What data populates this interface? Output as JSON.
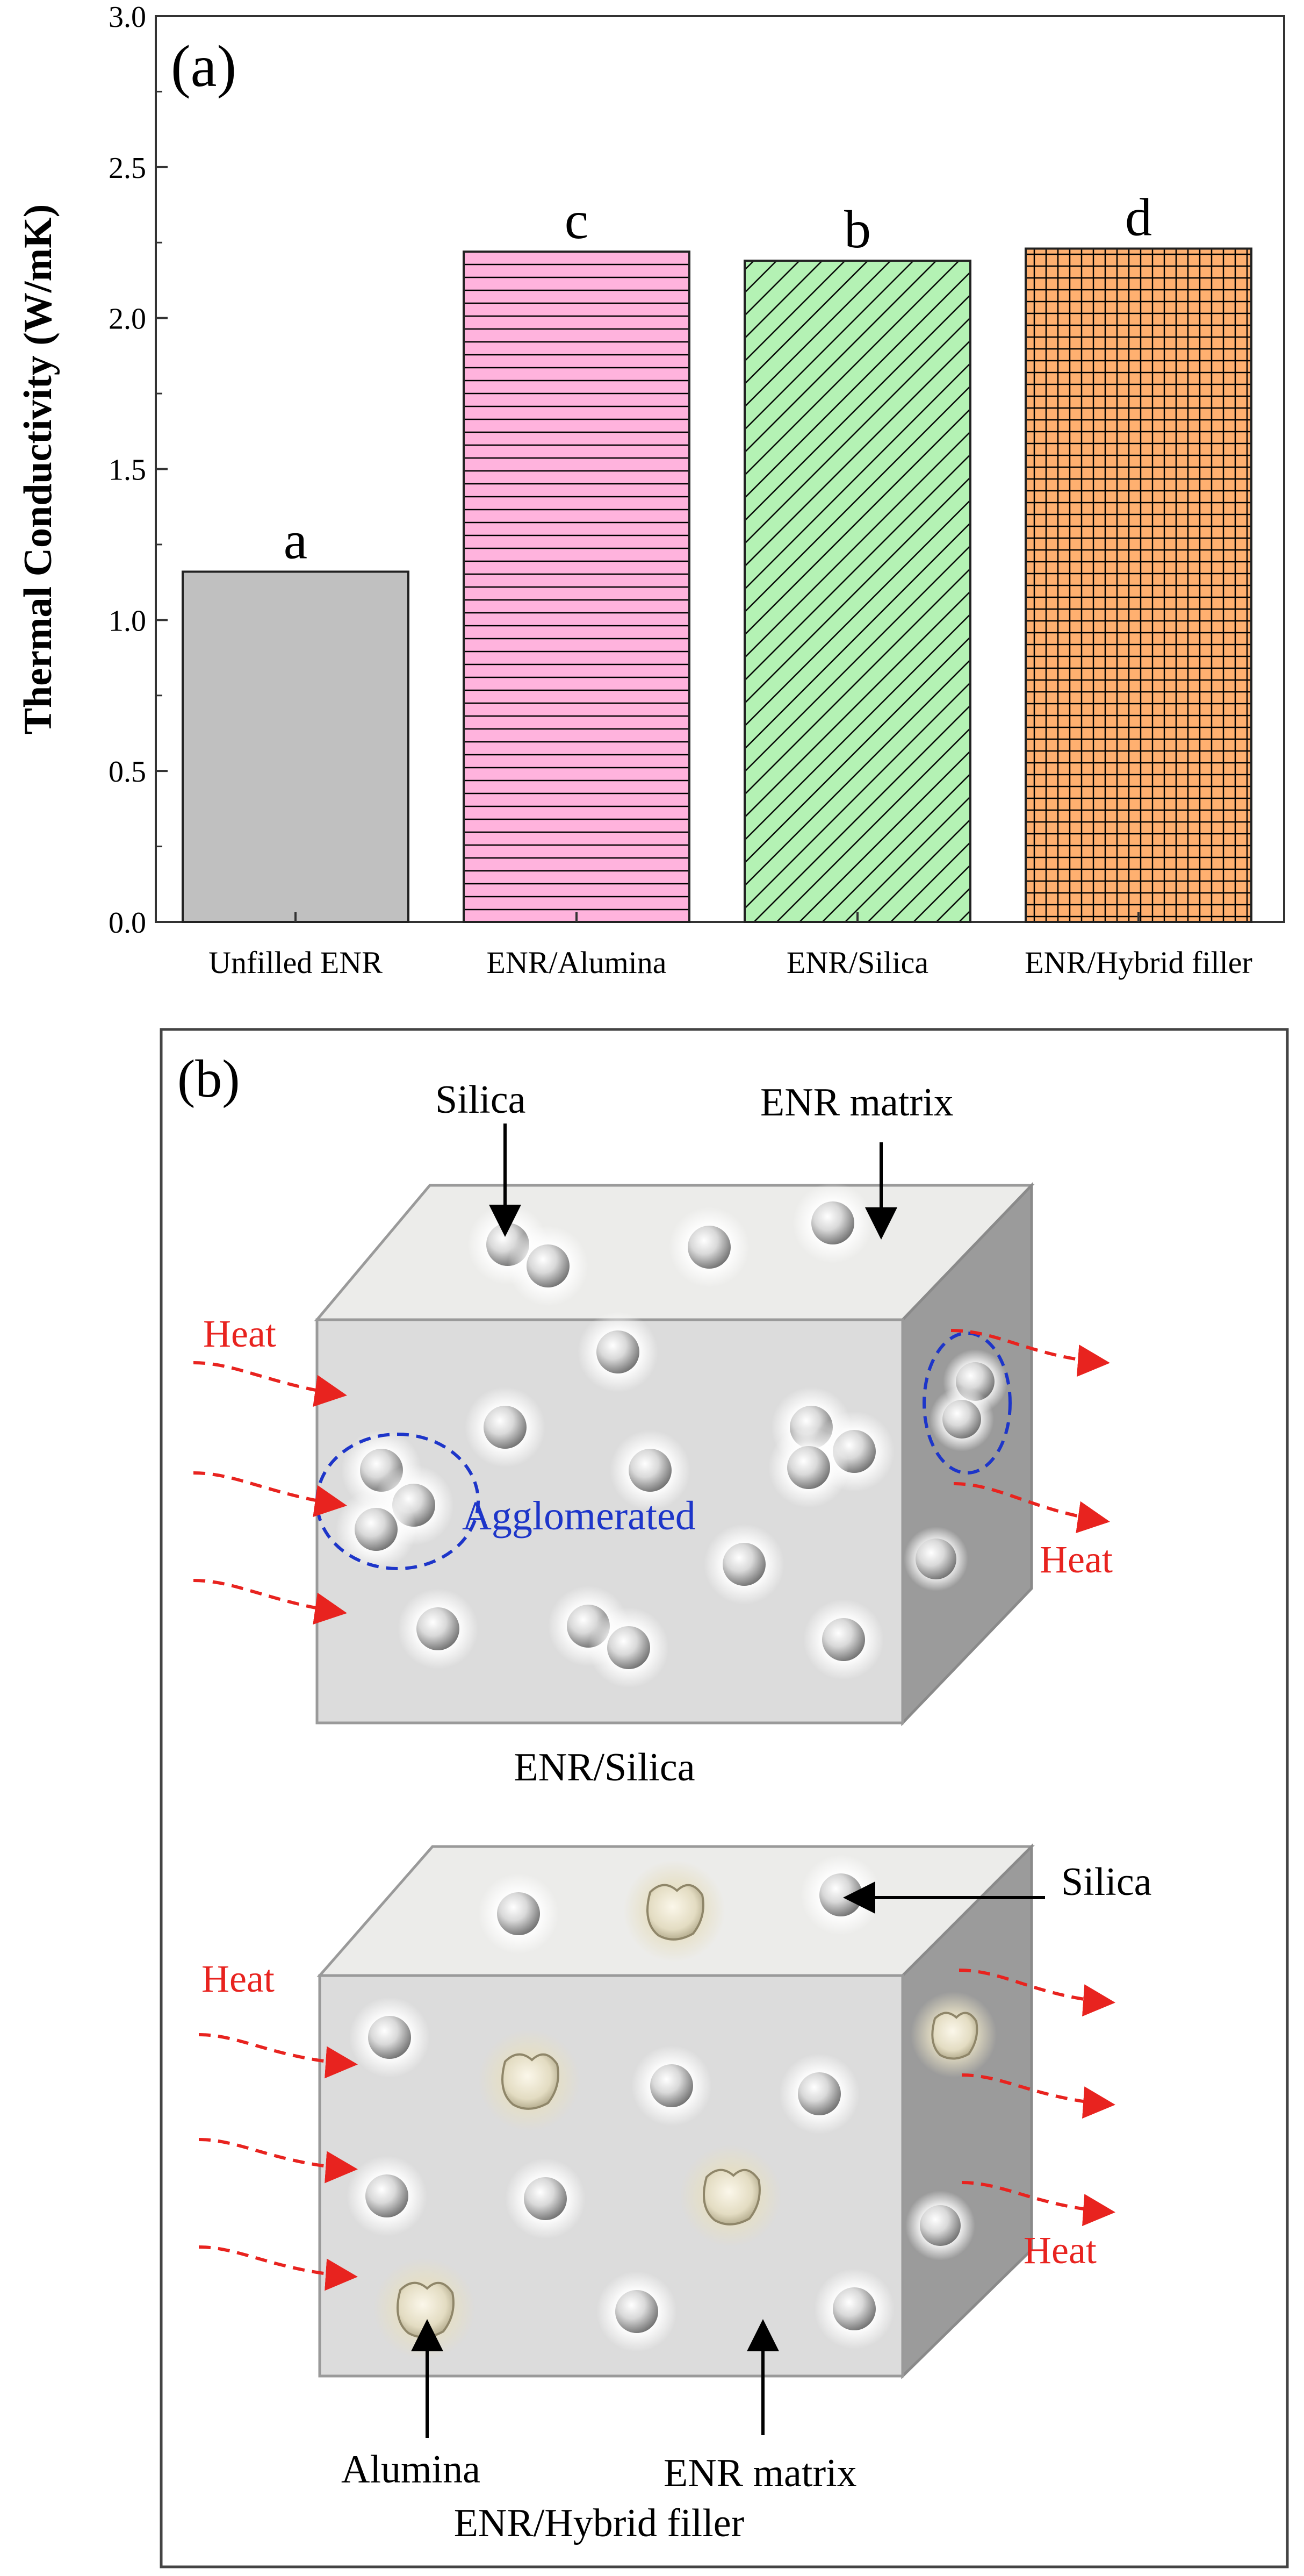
{
  "panel_a": {
    "label": "(a)",
    "ylabel": "Thermal Conductivity (W/mK)",
    "yticks": [
      "0.0",
      "0.5",
      "1.0",
      "1.5",
      "2.0",
      "2.5",
      "3.0"
    ]
  },
  "chart_data": {
    "type": "bar",
    "categories": [
      "Unfilled ENR",
      "ENR/Alumina",
      "ENR/Silica",
      "ENR/Hybrid filler"
    ],
    "values": [
      1.16,
      2.22,
      2.19,
      2.23
    ],
    "letters": [
      "a",
      "c",
      "b",
      "d"
    ],
    "xlabel": "",
    "ylabel": "Thermal Conductivity (W/mK)",
    "ylim": [
      0,
      3.0
    ],
    "grid": false,
    "colors": [
      "#c0c0c0",
      "#ffb3dd",
      "#b4f2b4",
      "#ffb070"
    ],
    "patterns": [
      "solid",
      "horizontal-lines",
      "diagonal-lines",
      "grid"
    ]
  },
  "panel_b": {
    "label": "(b)",
    "top": {
      "silica_label": "Silica",
      "matrix_label": "ENR matrix",
      "heat_left": "Heat",
      "heat_right": "Heat",
      "agglomerated_label": "Agglomerated",
      "caption": "ENR/Silica"
    },
    "bottom": {
      "silica_label": "Silica",
      "heat_left": "Heat",
      "heat_right": "Heat",
      "alumina_label": "Alumina",
      "matrix_label": "ENR matrix",
      "caption": "ENR/Hybrid filler"
    }
  }
}
